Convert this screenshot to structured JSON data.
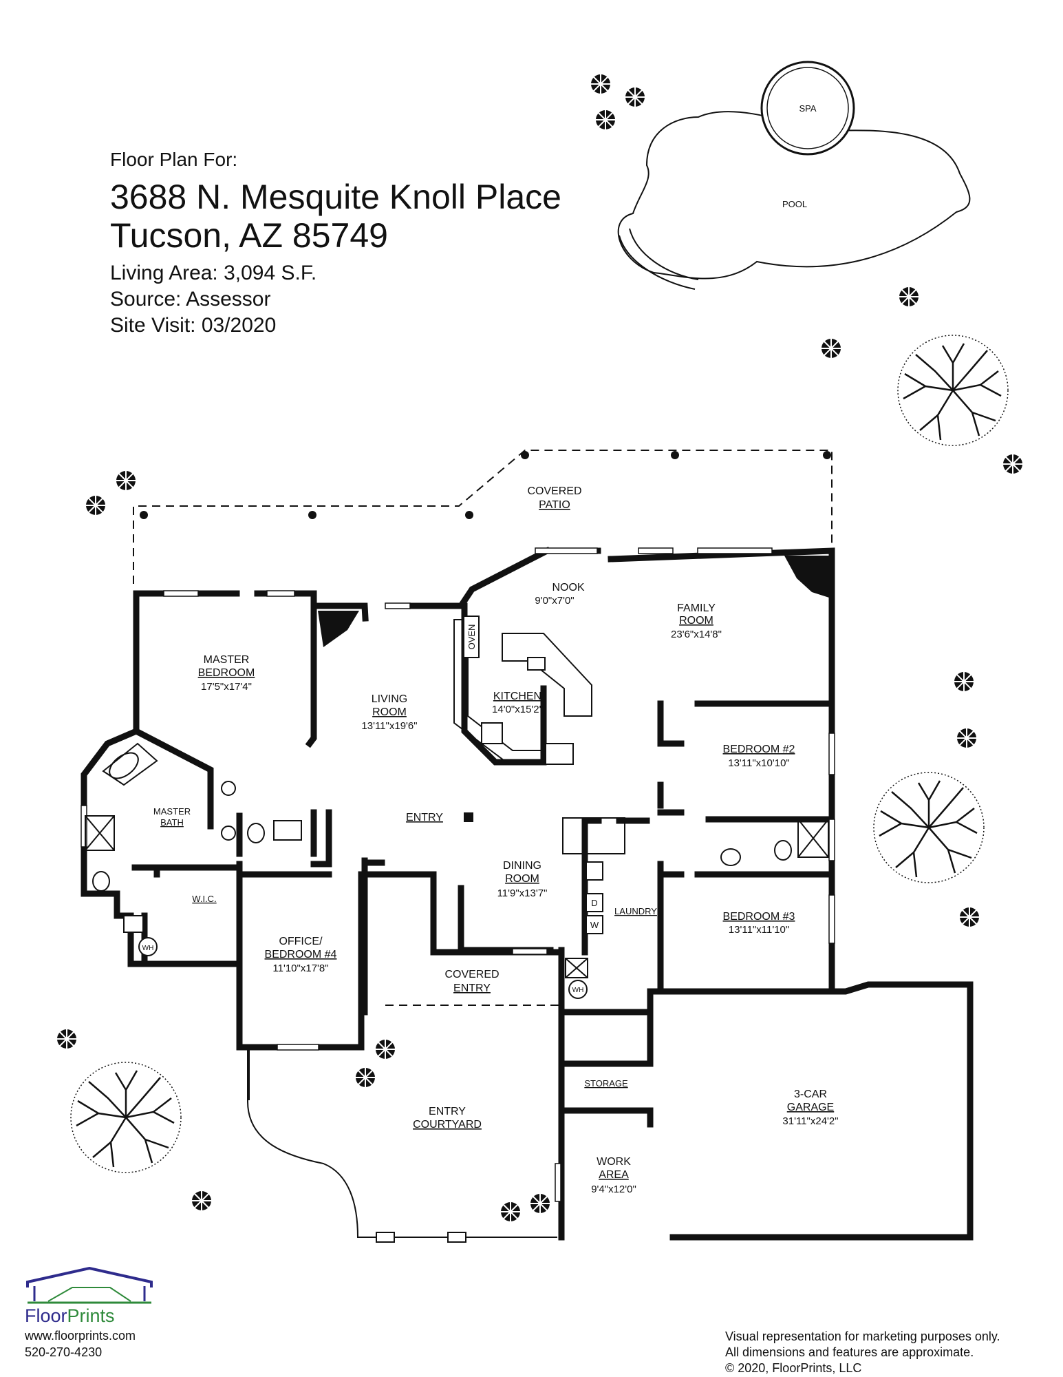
{
  "header": {
    "intro": "Floor Plan For:",
    "address_line1": "3688 N. Mesquite Knoll Place",
    "address_line2": "Tucson, AZ  85749",
    "living_area": "Living Area:  3,094 S.F.",
    "source": "Source:  Assessor",
    "site_visit": "Site Visit:  03/2020"
  },
  "rooms": {
    "spa": "SPA",
    "pool": "POOL",
    "covered_patio_1": "COVERED",
    "covered_patio_2": "PATIO",
    "nook": "NOOK",
    "nook_dim": "9'0\"x7'0\"",
    "family_1": "FAMILY",
    "family_2": "ROOM",
    "family_dim": "23'6\"x14'8\"",
    "master_bed_1": "MASTER",
    "master_bed_2": "BEDROOM",
    "master_bed_dim": "17'5\"x17'4\"",
    "living_1": "LIVING",
    "living_2": "ROOM",
    "living_dim": "13'11\"x19'6\"",
    "oven": "OVEN",
    "kitchen": "KITCHEN",
    "kitchen_dim": "14'0\"x15'2\"",
    "bedroom2": "BEDROOM #2",
    "bedroom2_dim": "13'11\"x10'10\"",
    "master_bath_1": "MASTER",
    "master_bath_2": "BATH",
    "entry": "ENTRY",
    "dining_1": "DINING",
    "dining_2": "ROOM",
    "dining_dim": "11'9\"x13'7\"",
    "wic": "W.I.C.",
    "wh": "WH",
    "laundry": "LAUNDRY",
    "dryer": "D",
    "washer": "W",
    "bedroom3": "BEDROOM #3",
    "bedroom3_dim": "13'11\"x11'10\"",
    "office_1": "OFFICE/",
    "office_2": "BEDROOM #4",
    "office_dim": "11'10\"x17'8\"",
    "covered_entry_1": "COVERED",
    "covered_entry_2": "ENTRY",
    "storage": "STORAGE",
    "garage_1": "3-CAR",
    "garage_2": "GARAGE",
    "garage_dim": "31'11\"x24'2\"",
    "courtyard_1": "ENTRY",
    "courtyard_2": "COURTYARD",
    "work_1": "WORK",
    "work_2": "AREA",
    "work_dim": "9'4\"x12'0\""
  },
  "footer": {
    "brand_floor": "Floor",
    "brand_prints": "Prints",
    "website": "www.floorprints.com",
    "phone": "520-270-4230",
    "disclaimer_1": "Visual representation for marketing purposes only.",
    "disclaimer_2": "All dimensions and features are approximate.",
    "copyright": "© 2020, FloorPrints, LLC"
  },
  "colors": {
    "brand_blue": "#2e2b8c",
    "brand_green": "#2e8a3a",
    "ink": "#111111"
  },
  "icons": [
    "shrub-icon",
    "tree-icon",
    "pool-outline",
    "spa-outline",
    "fireplace-icon",
    "toilet-icon",
    "sink-icon",
    "tub-icon",
    "shower-icon",
    "water-heater-icon",
    "washer-icon",
    "dryer-icon",
    "house-roof-logo"
  ]
}
